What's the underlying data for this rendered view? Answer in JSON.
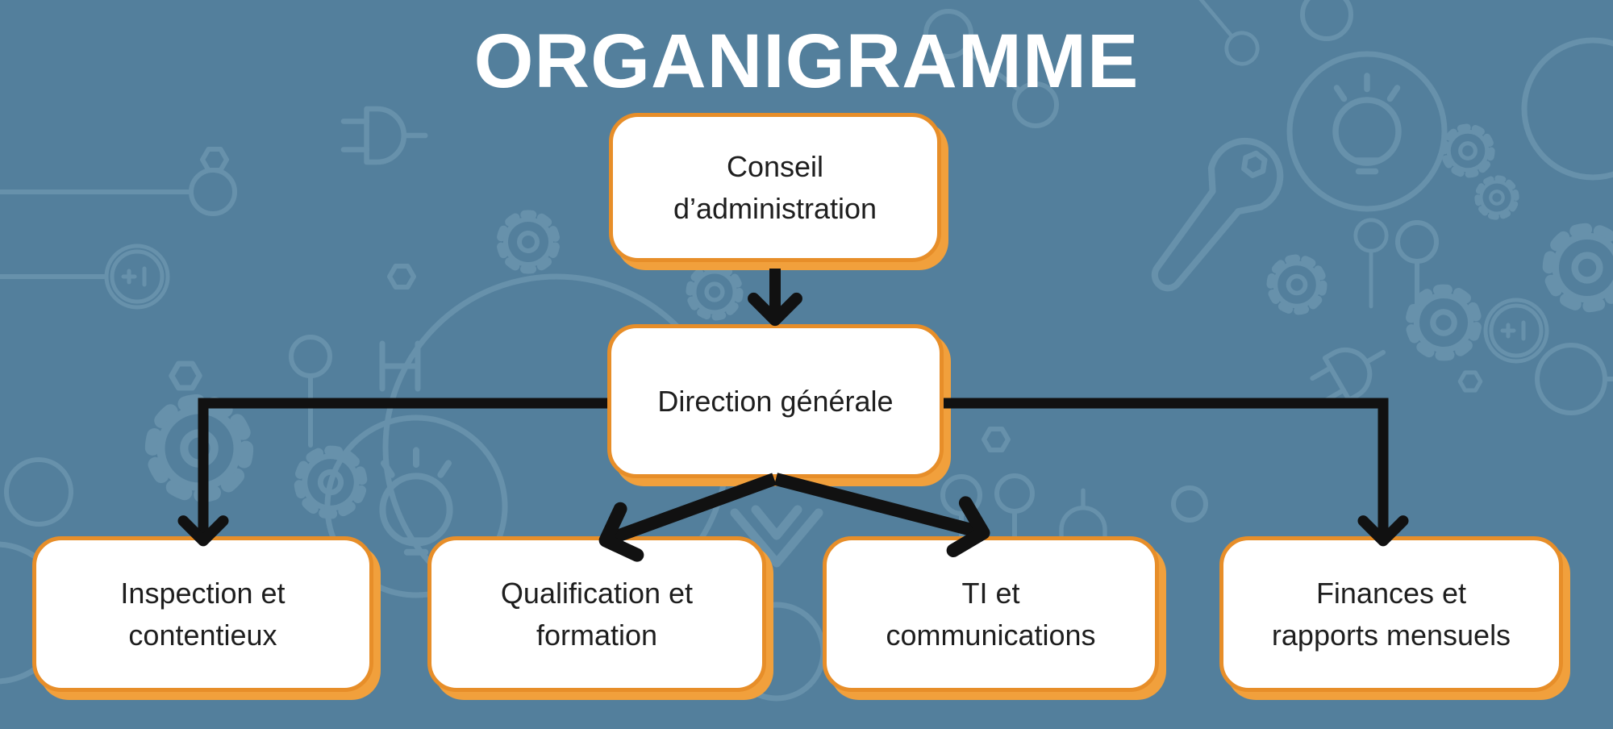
{
  "page": {
    "title": "ORGANIGRAMME"
  },
  "palette": {
    "background": "#537f9c",
    "pattern_line": "#7da4ba",
    "box_fill": "#ffffff",
    "box_border": "#e78e29",
    "box_shadow": "#f1a03c",
    "connector": "#111111",
    "box_text": "#1e1e1e",
    "title_text": "#ffffff"
  },
  "org_chart": {
    "type": "org-chart",
    "title": "ORGANIGRAMME",
    "nodes": [
      {
        "id": "conseil",
        "label": "Conseil d’administration",
        "lines": [
          "Conseil",
          "d’administration"
        ],
        "level": 0,
        "parent": null
      },
      {
        "id": "direction",
        "label": "Direction générale",
        "lines": [
          "Direction générale"
        ],
        "level": 1,
        "parent": "conseil"
      },
      {
        "id": "inspection",
        "label": "Inspection et contentieux",
        "lines": [
          "Inspection et",
          "contentieux"
        ],
        "level": 2,
        "parent": "direction"
      },
      {
        "id": "qualification",
        "label": "Qualification et formation",
        "lines": [
          "Qualification et",
          "formation"
        ],
        "level": 2,
        "parent": "direction"
      },
      {
        "id": "ti",
        "label": "TI et communications",
        "lines": [
          "TI et",
          "communications"
        ],
        "level": 2,
        "parent": "direction"
      },
      {
        "id": "finances",
        "label": "Finances et rapports mensuels",
        "lines": [
          "Finances et",
          "rapports mensuels"
        ],
        "level": 2,
        "parent": "direction"
      }
    ],
    "edges": [
      {
        "from": "conseil",
        "to": "direction",
        "style": "straight-down-arrow"
      },
      {
        "from": "direction",
        "to": "inspection",
        "style": "elbow-arrow"
      },
      {
        "from": "direction",
        "to": "qualification",
        "style": "diagonal-arrow"
      },
      {
        "from": "direction",
        "to": "ti",
        "style": "diagonal-arrow"
      },
      {
        "from": "direction",
        "to": "finances",
        "style": "elbow-arrow"
      }
    ]
  },
  "background_pattern": {
    "theme": "engineering-doodles",
    "icons": [
      "gear-icon",
      "wrench-icon",
      "plug-icon",
      "lightbulb-icon",
      "head-circle-icon",
      "power-button-icon",
      "hexagon-icon",
      "pin-circle-icon",
      "h-connector-icon",
      "chevron-icon"
    ]
  }
}
